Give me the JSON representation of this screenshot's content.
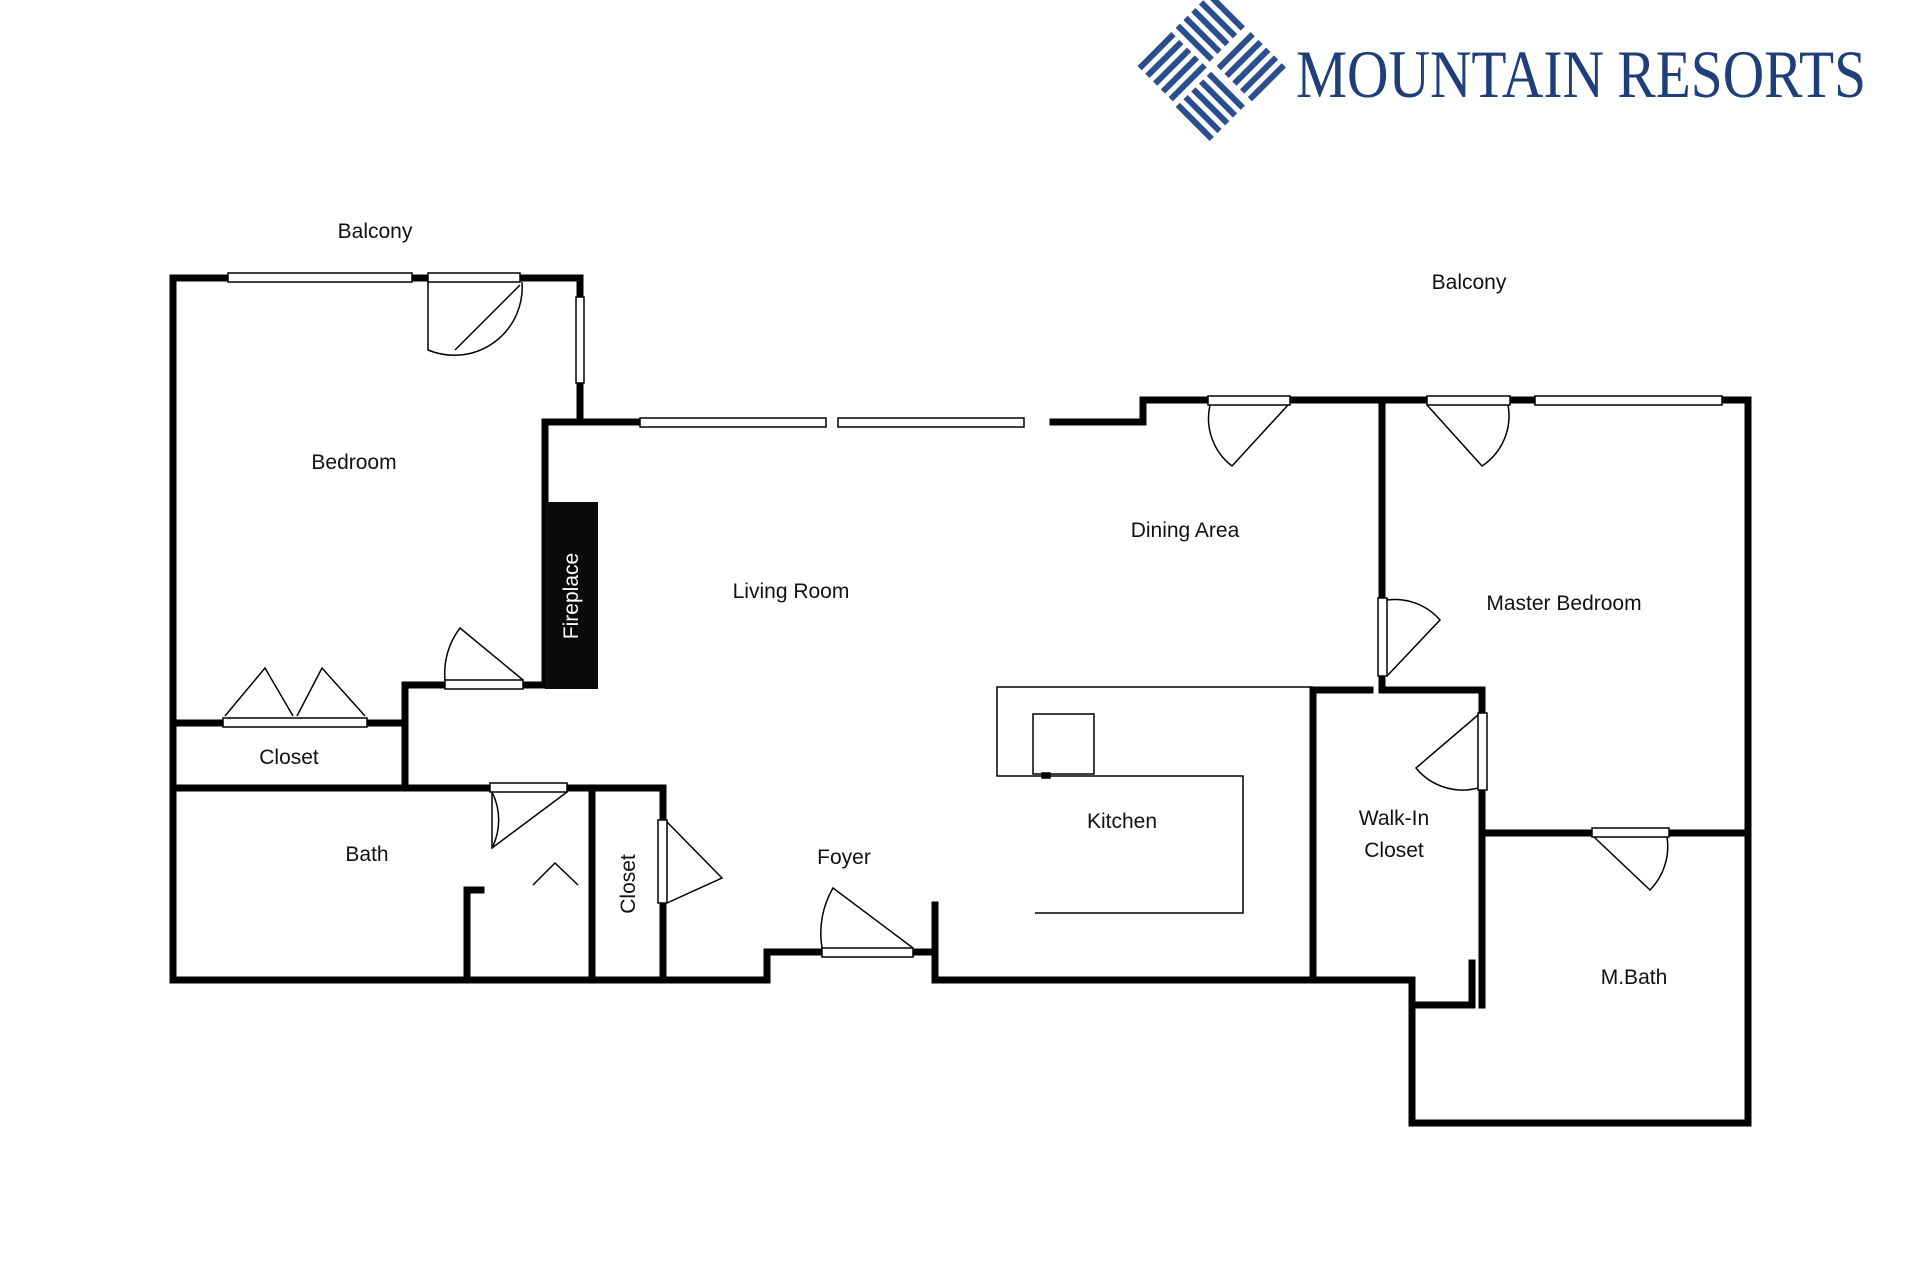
{
  "brand": {
    "name_first": "Mountain",
    "name_second": "Resorts",
    "color": "#1f3f7a"
  },
  "rooms": {
    "balcony_left": "Balcony",
    "balcony_right": "Balcony",
    "bedroom": "Bedroom",
    "fireplace": "Fireplace",
    "living_room": "Living Room",
    "dining_area": "Dining Area",
    "master_bedroom": "Master Bedroom",
    "closet_bedroom": "Closet",
    "bath": "Bath",
    "closet_hall": "Closet",
    "foyer": "Foyer",
    "kitchen": "Kitchen",
    "walkin_line1": "Walk-In",
    "walkin_line2": "Closet",
    "master_bath": "M.Bath"
  },
  "colors": {
    "wall": "#000000",
    "fireplace": "#0a0a0a",
    "fireplace_text": "#ffffff"
  }
}
